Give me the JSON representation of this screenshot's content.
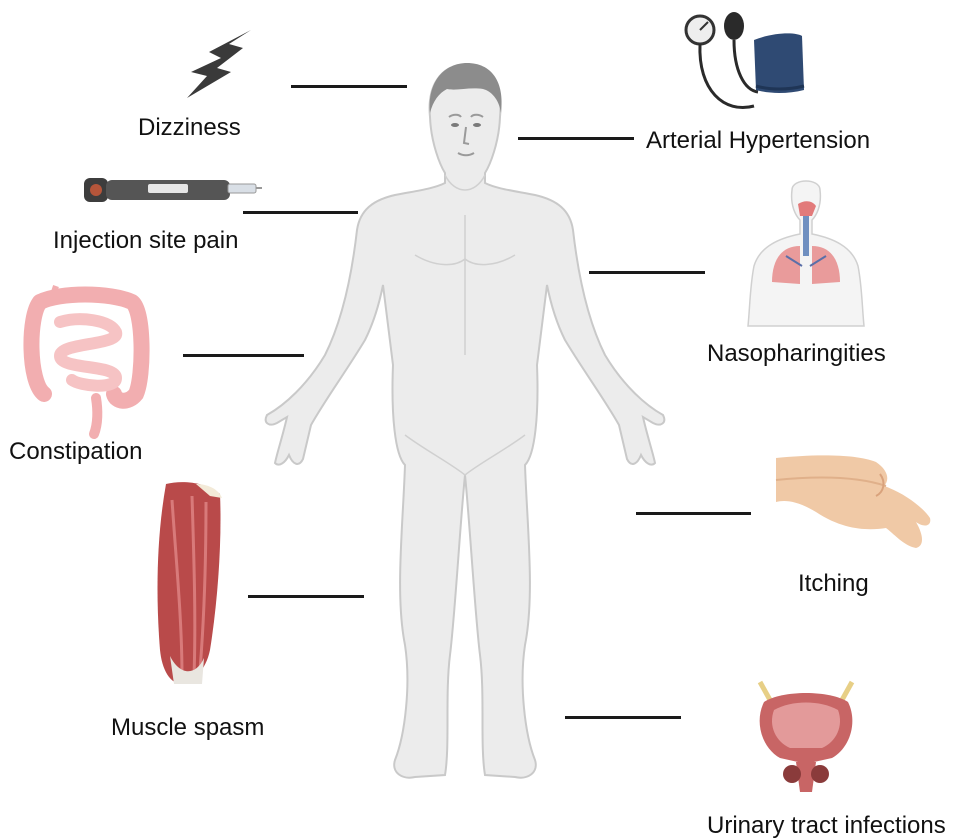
{
  "figure": {
    "labels": {
      "dizziness": "Dizziness",
      "injection": "Injection site pain",
      "constipation": "Constipation",
      "muscle": "Muscle spasm",
      "hypertension": "Arterial Hypertension",
      "naso": "Nasopharingities",
      "itching": "Itching",
      "uti": "Urinary tract infections"
    }
  },
  "colors": {
    "body_fill": "#ececec",
    "body_outline": "#c9c9c9",
    "hair": "#8c8c8c",
    "leader": "#1a1a1a",
    "intestine": "#f2aeb0",
    "muscle": "#b94a4a",
    "cuff": "#2f4a73",
    "lung": "#e99b9b",
    "skin": "#f0c9a6",
    "bladder": "#c86565"
  }
}
